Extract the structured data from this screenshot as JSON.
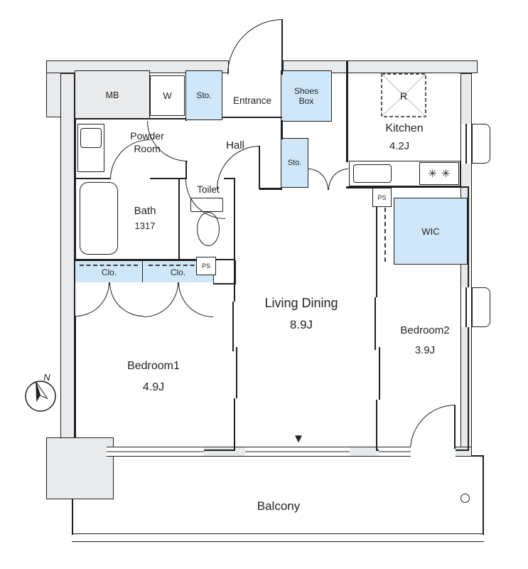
{
  "colors": {
    "storage_fill": "#cfe7f8",
    "wall_fill": "#e8eaec",
    "line": "#1f1f1f"
  },
  "rooms": {
    "mb": {
      "label": "MB"
    },
    "washer": {
      "label": "W"
    },
    "sto_top": {
      "label": "Sto."
    },
    "entrance": {
      "label": "Entrance"
    },
    "shoes_box": {
      "line1": "Shoes",
      "line2": "Box"
    },
    "kitchen": {
      "label": "Kitchen",
      "size": "4.2J"
    },
    "fridge": {
      "label": "R"
    },
    "powder_room": {
      "line1": "Powder",
      "line2": "Room"
    },
    "hall": {
      "label": "Hall"
    },
    "sto_hall": {
      "label": "Sto."
    },
    "bath": {
      "label": "Bath",
      "size": "1317"
    },
    "toilet": {
      "label": "Toilet"
    },
    "wic": {
      "label": "WIC"
    },
    "clo_left": {
      "label": "Clo."
    },
    "clo_right": {
      "label": "Clo."
    },
    "ps_sanitary": {
      "label": "PS"
    },
    "ps_kitchen": {
      "label": "PS"
    },
    "living_dining": {
      "label": "Living Dining",
      "size": "8.9J"
    },
    "bedroom1": {
      "label": "Bedroom1",
      "size": "4.9J"
    },
    "bedroom2": {
      "label": "Bedroom2",
      "size": "3.9J"
    },
    "balcony": {
      "label": "Balcony"
    }
  },
  "compass": {
    "north_label": "N"
  },
  "markers": {
    "balcony_door": "▼",
    "burner": "✳"
  }
}
